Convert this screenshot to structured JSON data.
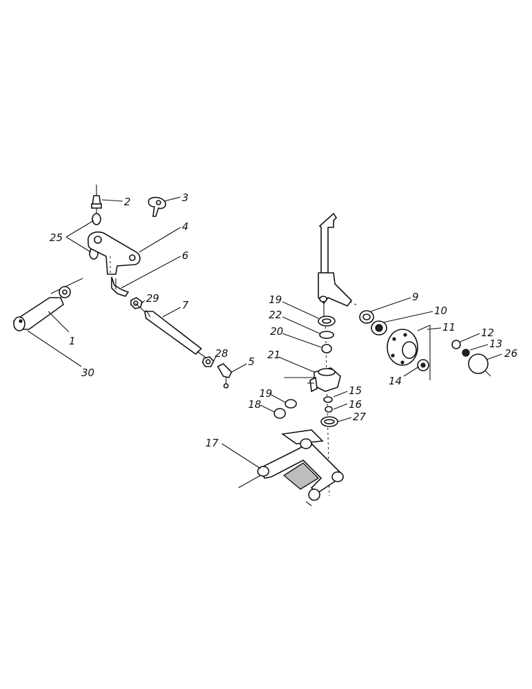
{
  "callouts": [
    {
      "id": "c1",
      "label": "1"
    },
    {
      "id": "c2",
      "label": "2"
    },
    {
      "id": "c3",
      "label": "3"
    },
    {
      "id": "c4",
      "label": "4"
    },
    {
      "id": "c5",
      "label": "5"
    },
    {
      "id": "c6",
      "label": "6"
    },
    {
      "id": "c7",
      "label": "7"
    },
    {
      "id": "c9",
      "label": "9"
    },
    {
      "id": "c10",
      "label": "10"
    },
    {
      "id": "c11",
      "label": "11"
    },
    {
      "id": "c12",
      "label": "12"
    },
    {
      "id": "c13",
      "label": "13"
    },
    {
      "id": "c14",
      "label": "14"
    },
    {
      "id": "c15",
      "label": "15"
    },
    {
      "id": "c16",
      "label": "16"
    },
    {
      "id": "c17",
      "label": "17"
    },
    {
      "id": "c18",
      "label": "18"
    },
    {
      "id": "c19a",
      "label": "19"
    },
    {
      "id": "c19b",
      "label": "19"
    },
    {
      "id": "c20",
      "label": "20"
    },
    {
      "id": "c21",
      "label": "21"
    },
    {
      "id": "c22",
      "label": "22"
    },
    {
      "id": "c25",
      "label": "25"
    },
    {
      "id": "c26",
      "label": "26"
    },
    {
      "id": "c27",
      "label": "27"
    },
    {
      "id": "c28",
      "label": "28"
    },
    {
      "id": "c29",
      "label": "29"
    },
    {
      "id": "c30",
      "label": "30"
    }
  ]
}
